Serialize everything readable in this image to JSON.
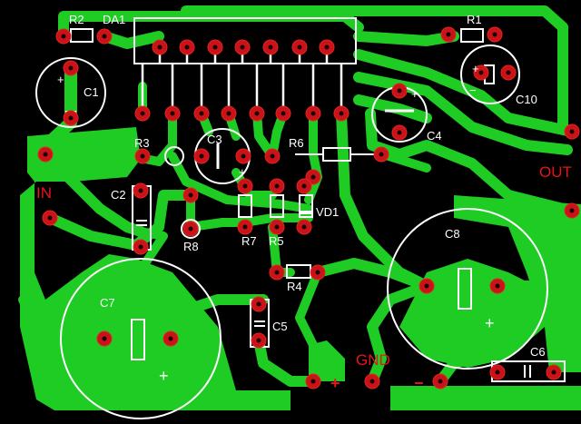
{
  "board": {
    "colors": {
      "background": "#000000",
      "copper": "#1fcc24",
      "pad": "#c81418",
      "hole": "#1a0000",
      "silkscreen": "#ffffff",
      "label_red": "#e8141c"
    }
  },
  "labels": {
    "r2": "R2",
    "da1": "DA1",
    "r1": "R1",
    "c1": "C1",
    "c10": "C10",
    "c4": "C4",
    "r3": "R3",
    "c3": "C3",
    "r6": "R6",
    "out": "OUT",
    "in": "IN",
    "c2": "C2",
    "vd1": "VD1",
    "r8": "R8",
    "r7": "R7",
    "r5": "R5",
    "c8": "C8",
    "r4": "R4",
    "c7": "C7",
    "c5": "C5",
    "gnd": "GND",
    "c6": "C6",
    "plus": "+",
    "minus": "−"
  }
}
